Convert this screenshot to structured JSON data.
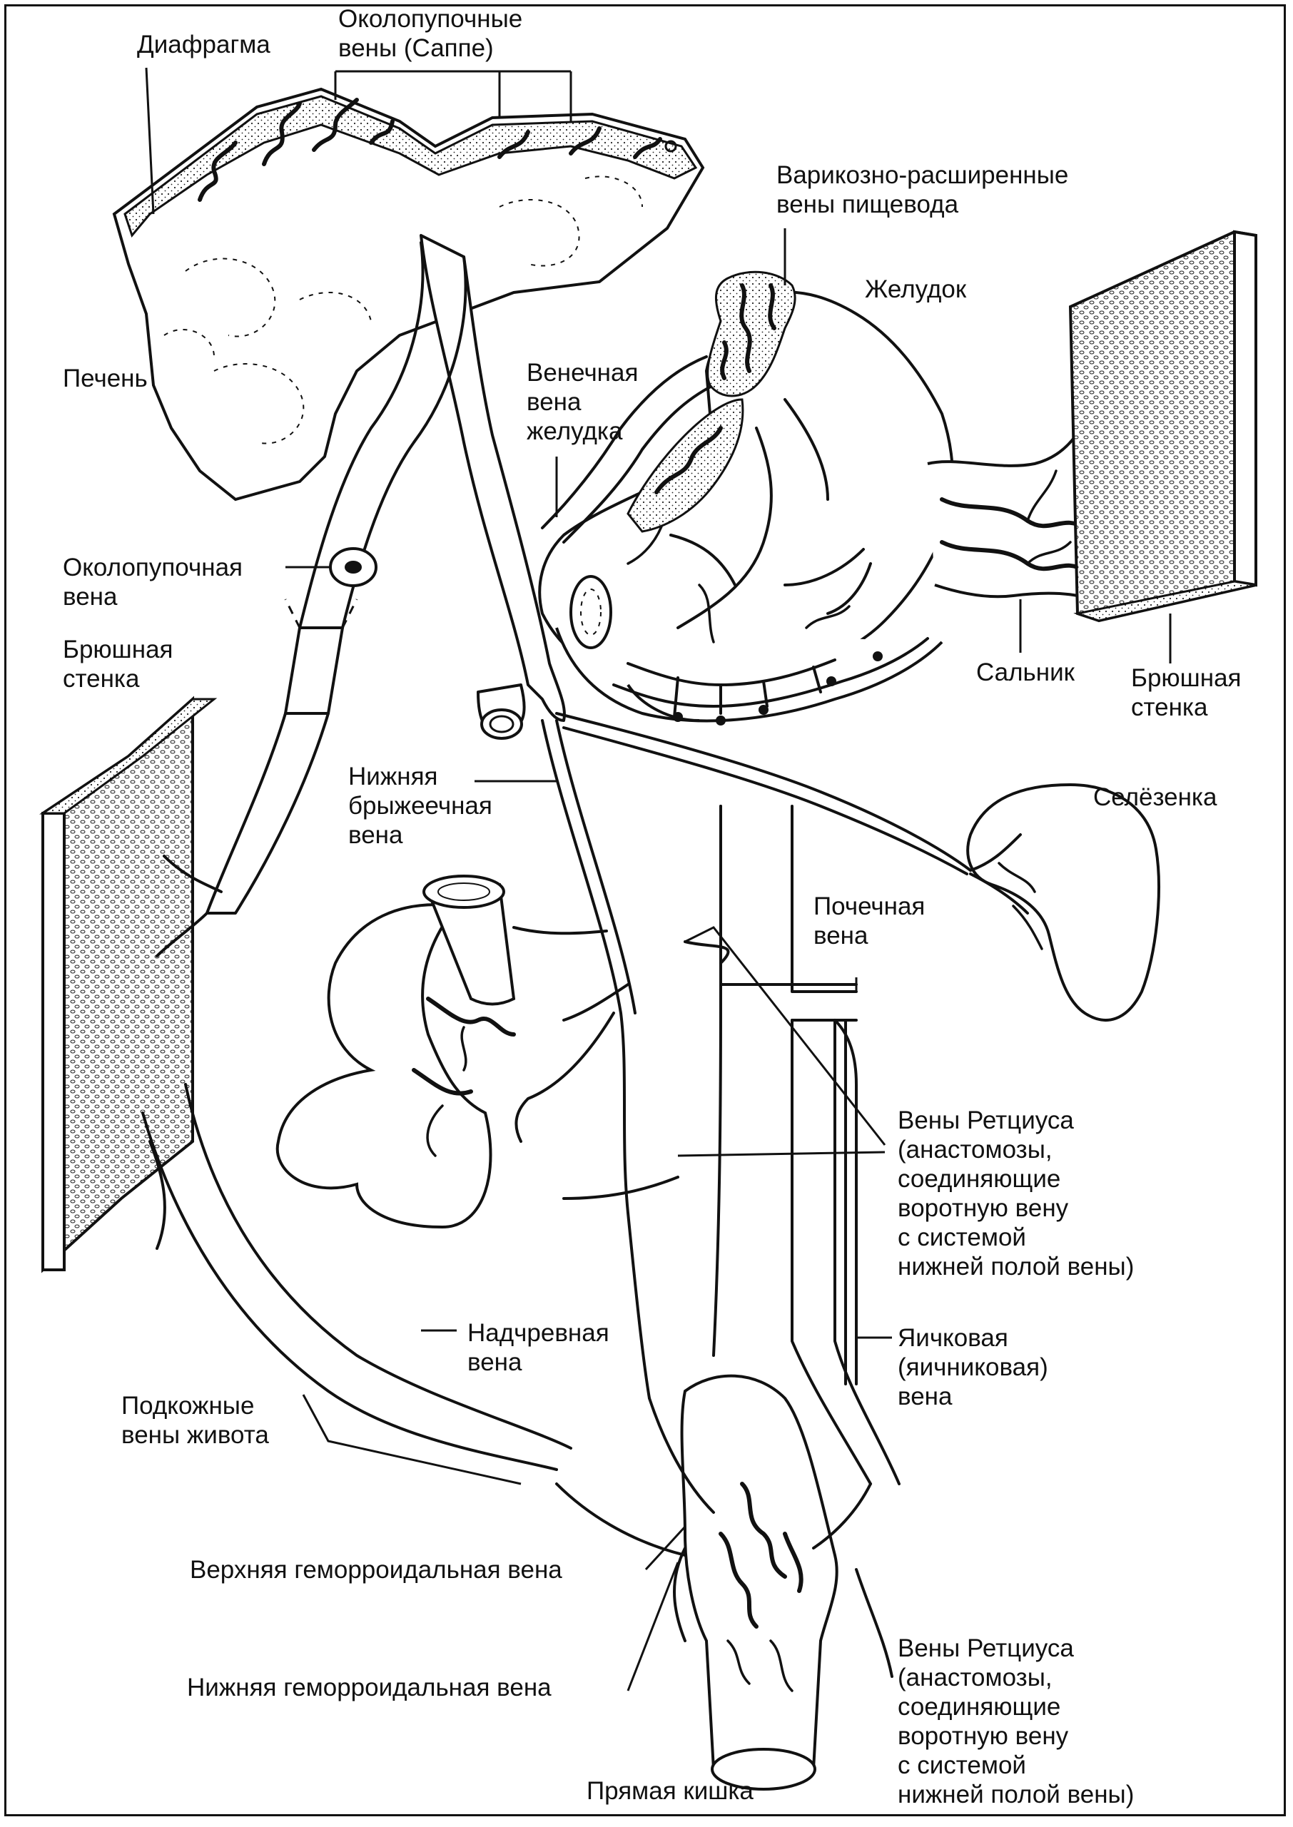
{
  "labels": {
    "diaphragm": "Диафрагма",
    "paraumbilical_veins_sappey": "Околопупочные\nвены (Саппе)",
    "esophageal_varices": "Варикозно-расширенные\nвены пищевода",
    "stomach": "Желудок",
    "liver": "Печень",
    "coronary_gastric_vein": "Венечная\nвена\nжелудка",
    "paraumbilical_vein": "Околопупочная\nвена",
    "abdominal_wall_left": "Брюшная\nстенка",
    "omentum": "Сальник",
    "abdominal_wall_right": "Брюшная\nстенка",
    "inferior_mesenteric_vein": "Нижняя\nбрыжеечная\nвена",
    "spleen": "Селёзенка",
    "renal_vein": "Почечная\nвена",
    "retzius_veins_upper": "Вены Ретциуса\n(анастомозы,\nсоединяющие\nворотную вену\nс  системой\nнижней полой вены)",
    "epigastric_vein": "Надчревная\nвена",
    "testicular_vein": "Яичковая\n(яичниковая)\nвена",
    "subcutaneous_abdominal_veins": "Подкожные\nвены живота",
    "superior_hemorrhoidal_vein": "Верхняя геморроидальная вена",
    "inferior_hemorrhoidal_vein": "Нижняя геморроидальная вена",
    "retzius_veins_lower": "Вены Ретциуса\n(анастомозы,\nсоединяющие\nворотную вену\nс  системой\nнижней полой вены)",
    "rectum": "Прямая кишка"
  }
}
